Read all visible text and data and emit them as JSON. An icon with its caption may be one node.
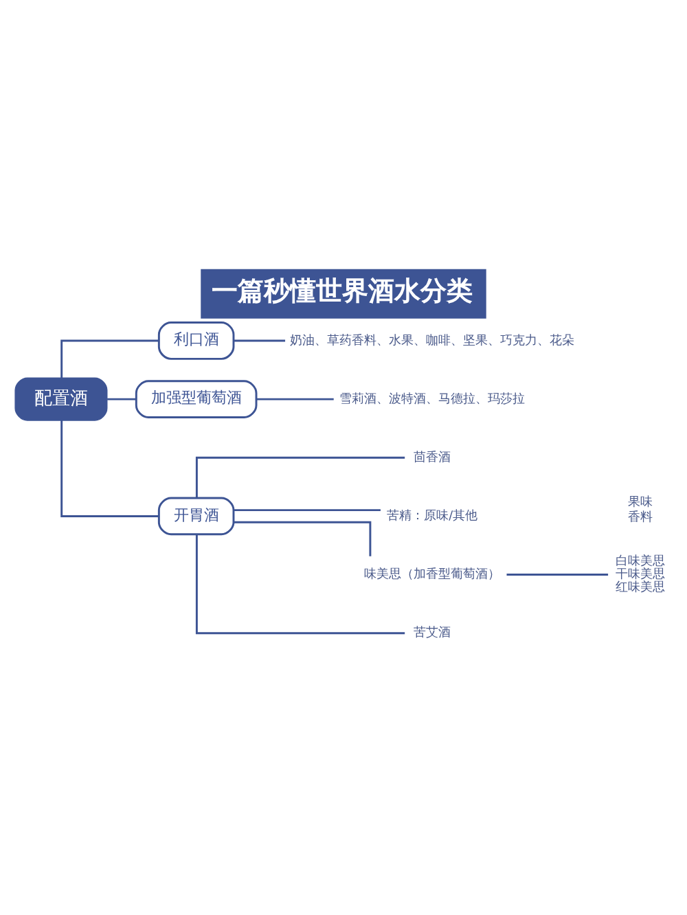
{
  "diagram": {
    "title": "一篇秒懂世界酒水分类",
    "nodes": [
      {
        "text": [
          "配置酒"
        ]
      },
      {
        "text": [
          "利口酒"
        ]
      },
      {
        "text": [
          "加强型葡萄酒"
        ]
      },
      {
        "text": [
          "开胃酒"
        ]
      },
      {
        "text": [
          "奶油、草药香料、水果、咖啡、坚果、巧克力、花朵"
        ]
      },
      {
        "text": [
          "雪莉酒、波特酒、马德拉、玛莎拉"
        ]
      },
      {
        "text": [
          "茴香酒"
        ]
      },
      {
        "text": [
          "苦精：原味/其他"
        ]
      },
      {
        "text": [
          "味美思（加香型葡萄酒）"
        ]
      },
      {
        "text": [
          "苦艾酒"
        ]
      },
      {
        "text": [
          "白味美思",
          "干味美思",
          "红味美思"
        ]
      }
    ],
    "edges": [
      {
        "from": 0,
        "to": 1,
        "arrow": "none"
      },
      {
        "from": 0,
        "to": 2,
        "arrow": "none"
      },
      {
        "from": 0,
        "to": 3,
        "arrow": "none"
      },
      {
        "from": 1,
        "to": 4,
        "arrow": "none"
      },
      {
        "from": 2,
        "to": 5,
        "arrow": "none"
      },
      {
        "from": 3,
        "to": 6,
        "arrow": "none"
      },
      {
        "from": 3,
        "to": 7,
        "arrow": "none"
      },
      {
        "from": 3,
        "to": 8,
        "arrow": "none"
      },
      {
        "from": 3,
        "to": 9,
        "arrow": "none"
      },
      {
        "from": 8,
        "to": 10,
        "arrow": "none"
      }
    ],
    "labels": [
      "果味",
      "香料"
    ]
  }
}
